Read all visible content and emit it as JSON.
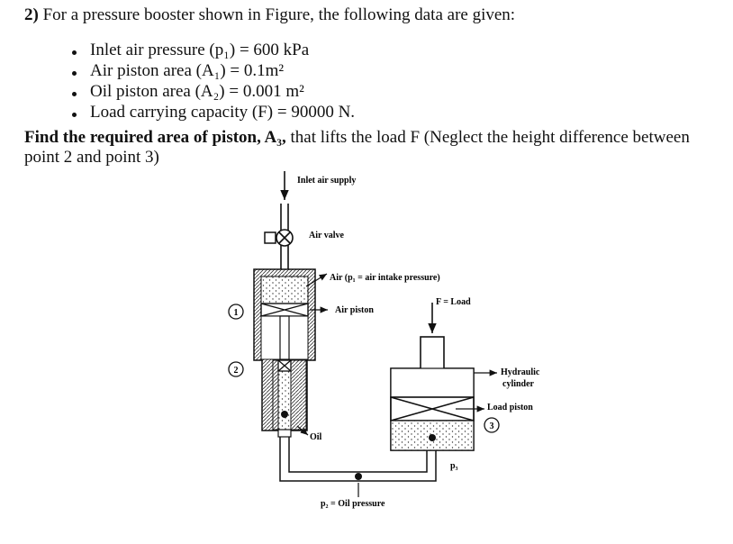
{
  "question": {
    "number": "2)",
    "intro": "For a pressure booster shown in Figure, the following data are given:",
    "bullets": [
      "Inlet air pressure (p₁) = 600 kPa",
      "Air piston area (A₁) = 0.1m²",
      "Oil piston area (A₂) = 0.001 m²",
      "Load carrying capacity (F) = 90000 N."
    ],
    "find_bold": "Find the required area of piston, A₃,",
    "find_rest": " that lifts the load F (Neglect the height difference between point 2 and point 3)"
  },
  "figure": {
    "labels": {
      "inlet": "Inlet air supply",
      "valve": "Air valve",
      "air": "Air (p₁ = air intake pressure)",
      "air_piston": "Air piston",
      "load": "F = Load",
      "hydraulic1": "Hydraulic",
      "hydraulic2": "cylinder",
      "load_piston": "Load piston",
      "oil": "Oil",
      "p3": "p₃",
      "p2": "p₂ = Oil pressure"
    },
    "points": [
      "1",
      "2",
      "3"
    ]
  }
}
